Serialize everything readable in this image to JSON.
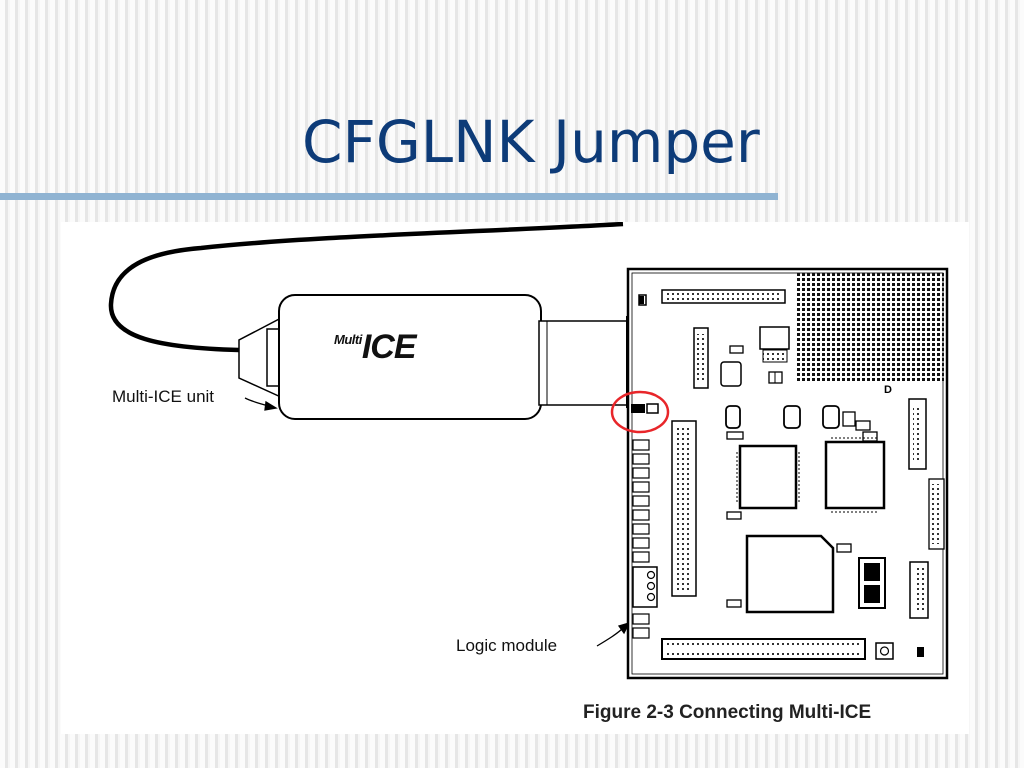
{
  "slide": {
    "title": "CFGLNK Jumper"
  },
  "figure": {
    "device_brand_prefix": "Multi",
    "device_brand_main": "ICE",
    "label_multi_ice_unit": "Multi-ICE unit",
    "label_logic_module": "Logic module",
    "caption": "Figure 2-3 Connecting Multi-ICE",
    "board_marker": "D",
    "highlight_color": "#e8262a"
  },
  "colors": {
    "title": "#0d3b78",
    "rule": "#8fb3d2"
  }
}
